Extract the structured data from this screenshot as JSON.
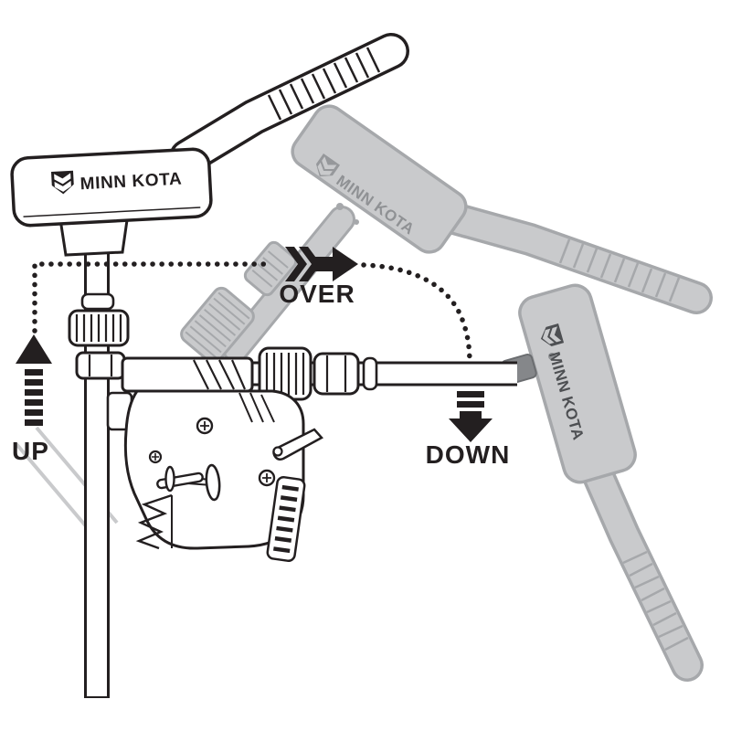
{
  "diagram": {
    "brand": "MINN KOTA",
    "labels": {
      "up": "UP",
      "over": "OVER",
      "down": "DOWN"
    },
    "colors": {
      "line": "#231f20",
      "ghost_fill": "#c9cacc",
      "ghost_line": "#a6a8ab",
      "ghost_text": "#8f9194",
      "stowed_text": "#4d4f52",
      "background": "#ffffff"
    }
  }
}
